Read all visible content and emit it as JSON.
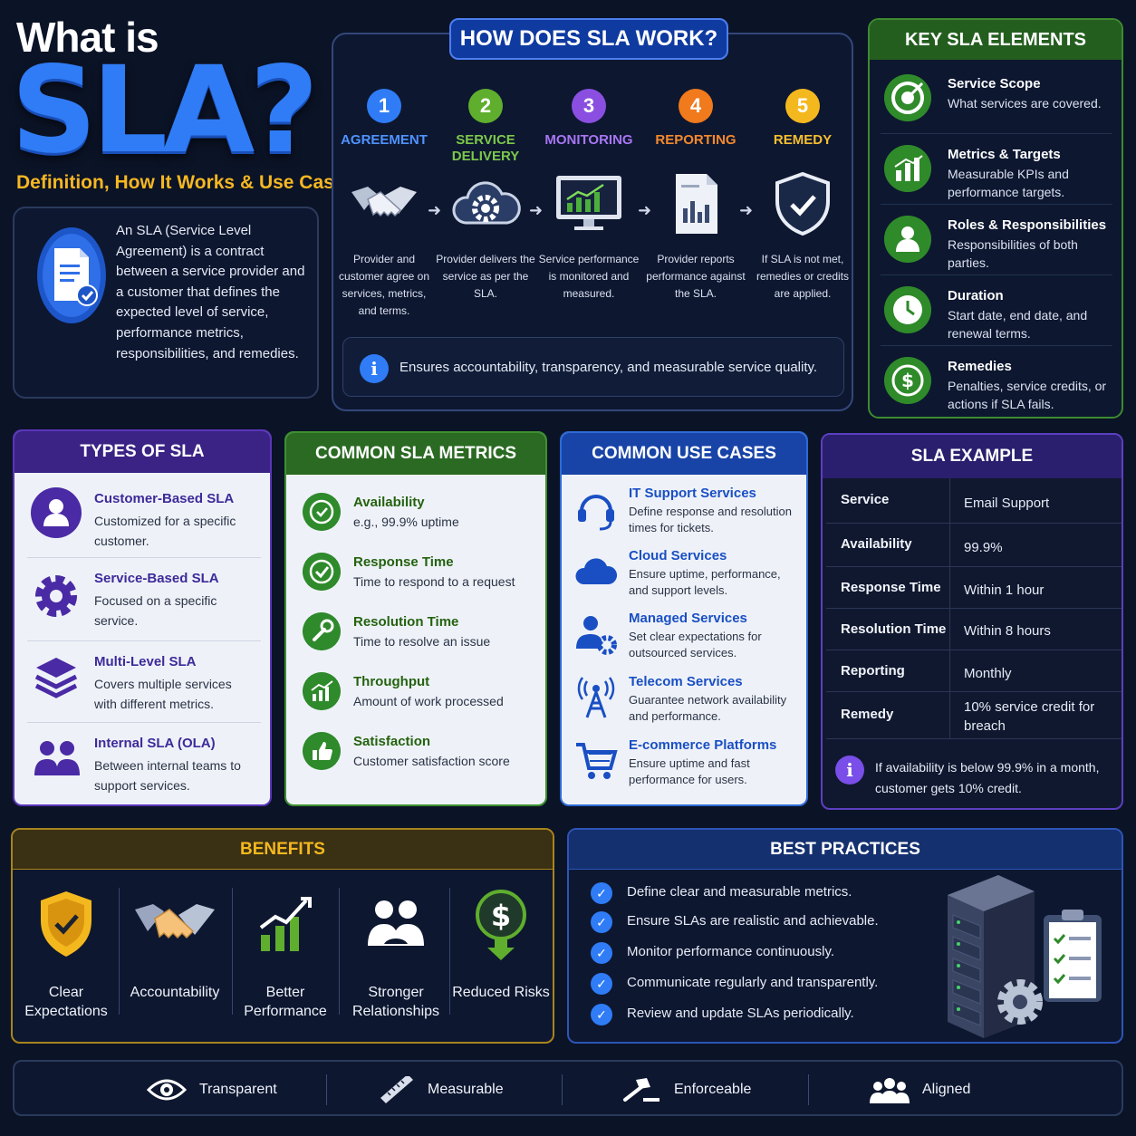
{
  "hero": {
    "title_small": "What is",
    "title_big": "SLA?",
    "subtitle": "Definition, How It Works & Use Cases",
    "definition": "An SLA (Service Level Agreement) is a contract between a service provider and a customer that defines the expected level of service, performance metrics, responsibilities, and remedies."
  },
  "how": {
    "title": "HOW DOES SLA WORK?",
    "steps": [
      {
        "num": "1",
        "label": "AGREEMENT",
        "desc": "Provider and customer agree on services, metrics, and terms.",
        "color": "#2f7cf6",
        "icon": "handshake-icon"
      },
      {
        "num": "2",
        "label": "SERVICE DELIVERY",
        "desc": "Provider delivers the service as per the SLA.",
        "color": "#5fae2e",
        "icon": "cloud-gear-icon"
      },
      {
        "num": "3",
        "label": "MONITORING",
        "desc": "Service performance is monitored and measured.",
        "color": "#8a4fe0",
        "icon": "monitor-chart-icon"
      },
      {
        "num": "4",
        "label": "REPORTING",
        "desc": "Provider reports performance against the SLA.",
        "color": "#f07a1c",
        "icon": "report-icon"
      },
      {
        "num": "5",
        "label": "REMEDY",
        "desc": "If SLA is not met, remedies or credits are applied.",
        "color": "#f4b81f",
        "icon": "shield-check-icon"
      }
    ],
    "note": "Ensures accountability, transparency, and measurable service quality."
  },
  "key": {
    "title": "KEY SLA ELEMENTS",
    "items": [
      {
        "title": "Service Scope",
        "desc": "What services are covered.",
        "icon": "target-icon"
      },
      {
        "title": "Metrics & Targets",
        "desc": "Measurable KPIs and performance targets.",
        "icon": "bar-chart-icon"
      },
      {
        "title": "Roles & Responsibilities",
        "desc": "Responsibilities of both parties.",
        "icon": "user-icon"
      },
      {
        "title": "Duration",
        "desc": "Start date, end date, and renewal terms.",
        "icon": "clock-icon"
      },
      {
        "title": "Remedies",
        "desc": "Penalties, service credits, or actions if SLA fails.",
        "icon": "dollar-icon"
      }
    ]
  },
  "types": {
    "title": "TYPES OF SLA",
    "items": [
      {
        "title": "Customer-Based SLA",
        "desc": "Customized for a specific customer.",
        "icon": "person-icon"
      },
      {
        "title": "Service-Based SLA",
        "desc": "Focused on a specific service.",
        "icon": "gear-icon"
      },
      {
        "title": "Multi-Level SLA",
        "desc": "Covers multiple services with different metrics.",
        "icon": "layers-icon"
      },
      {
        "title": "Internal SLA (OLA)",
        "desc": "Between internal teams to support services.",
        "icon": "team-icon"
      }
    ]
  },
  "metrics": {
    "title": "COMMON SLA METRICS",
    "items": [
      {
        "title": "Availability",
        "desc": "e.g., 99.9% uptime",
        "icon": "clock-check-icon"
      },
      {
        "title": "Response Time",
        "desc": "Time to respond to a request",
        "icon": "check-circle-icon"
      },
      {
        "title": "Resolution Time",
        "desc": "Time to resolve an issue",
        "icon": "wrench-icon"
      },
      {
        "title": "Throughput",
        "desc": "Amount of work processed",
        "icon": "growth-chart-icon"
      },
      {
        "title": "Satisfaction",
        "desc": "Customer satisfaction score",
        "icon": "thumbs-up-icon"
      }
    ]
  },
  "uses": {
    "title": "COMMON USE CASES",
    "items": [
      {
        "title": "IT Support Services",
        "desc": "Define response and resolution times for tickets.",
        "icon": "headset-icon"
      },
      {
        "title": "Cloud Services",
        "desc": "Ensure uptime, performance, and support levels.",
        "icon": "cloud-icon"
      },
      {
        "title": "Managed Services",
        "desc": "Set clear expectations for outsourced services.",
        "icon": "user-gear-icon"
      },
      {
        "title": "Telecom Services",
        "desc": "Guarantee network availability and performance.",
        "icon": "antenna-icon"
      },
      {
        "title": "E-commerce Platforms",
        "desc": "Ensure uptime and fast performance for users.",
        "icon": "cart-icon"
      }
    ]
  },
  "example": {
    "title": "SLA EXAMPLE",
    "rows": [
      {
        "key": "Service",
        "value": "Email Support"
      },
      {
        "key": "Availability",
        "value": "99.9%"
      },
      {
        "key": "Response Time",
        "value": "Within 1 hour"
      },
      {
        "key": "Resolution Time",
        "value": "Within 8 hours"
      },
      {
        "key": "Reporting",
        "value": "Monthly"
      },
      {
        "key": "Remedy",
        "value": "10% service credit for breach"
      }
    ],
    "note": "If availability is below 99.9% in a month, customer gets 10% credit."
  },
  "benefits": {
    "title": "BENEFITS",
    "items": [
      {
        "label": "Clear Expectations",
        "icon": "shield-check-icon"
      },
      {
        "label": "Accountability",
        "icon": "handshake-icon"
      },
      {
        "label": "Better Performance",
        "icon": "growth-chart-icon"
      },
      {
        "label": "Stronger Relationships",
        "icon": "people-icon"
      },
      {
        "label": "Reduced Risks",
        "icon": "dollar-down-icon"
      }
    ]
  },
  "best": {
    "title": "BEST PRACTICES",
    "items": [
      "Define clear and measurable metrics.",
      "Ensure SLAs are realistic and achievable.",
      "Monitor performance continuously.",
      "Communicate regularly and transparently.",
      "Review and update SLAs periodically."
    ]
  },
  "footer": {
    "items": [
      {
        "label": "Transparent",
        "icon": "eye-icon"
      },
      {
        "label": "Measurable",
        "icon": "ruler-icon"
      },
      {
        "label": "Enforceable",
        "icon": "gavel-icon"
      },
      {
        "label": "Aligned",
        "icon": "group-icon"
      }
    ]
  },
  "colors": {
    "background": "#0b1326",
    "blue": "#2f7cf6",
    "green": "#2f8a2a",
    "purple": "#5a35b8",
    "gold": "#f4b81f"
  }
}
